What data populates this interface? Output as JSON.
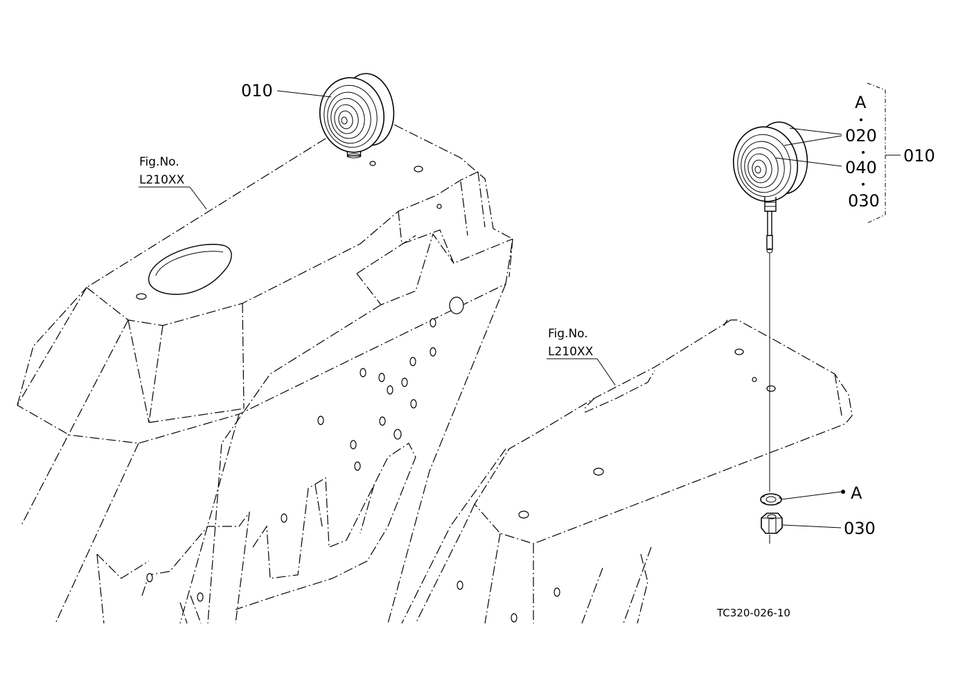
{
  "callouts": {
    "lamp_left": "010",
    "group_a": "A",
    "part_020": "020",
    "part_040": "040",
    "part_030_group": "030",
    "group_010": "010",
    "washer_a": "A",
    "nut_030": "030"
  },
  "fig_refs": {
    "left": {
      "line1": "Fig.No.",
      "line2": "L210XX"
    },
    "right": {
      "line1": "Fig.No.",
      "line2": "L210XX"
    }
  },
  "drawing_code": "TC320-026-10"
}
